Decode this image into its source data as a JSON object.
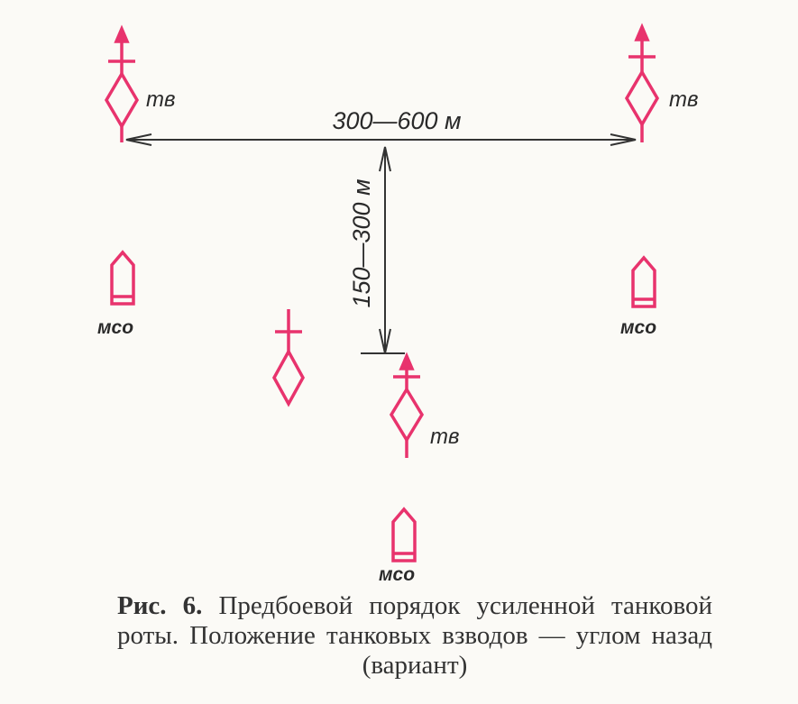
{
  "diagram": {
    "units": [
      {
        "id": "tank-platoon-left",
        "label": "тв"
      },
      {
        "id": "tank-platoon-right",
        "label": "тв"
      },
      {
        "id": "tank-platoon-center",
        "label": "тв"
      },
      {
        "id": "commander-tank",
        "label": ""
      },
      {
        "id": "mco-left",
        "label": "мсо"
      },
      {
        "id": "mco-right",
        "label": "мсо"
      },
      {
        "id": "mco-bottom",
        "label": "мсо"
      }
    ],
    "dimensions": {
      "horizontal": "300—600 м",
      "vertical": "150—300 м"
    },
    "symbol_color": "#e8336d",
    "line_color": "#333333"
  },
  "caption": {
    "figure": "Рис. 6.",
    "text": "Предбоевой порядок усиленной танковой роты. Положение танковых взводов — углом назад (вариант)"
  }
}
